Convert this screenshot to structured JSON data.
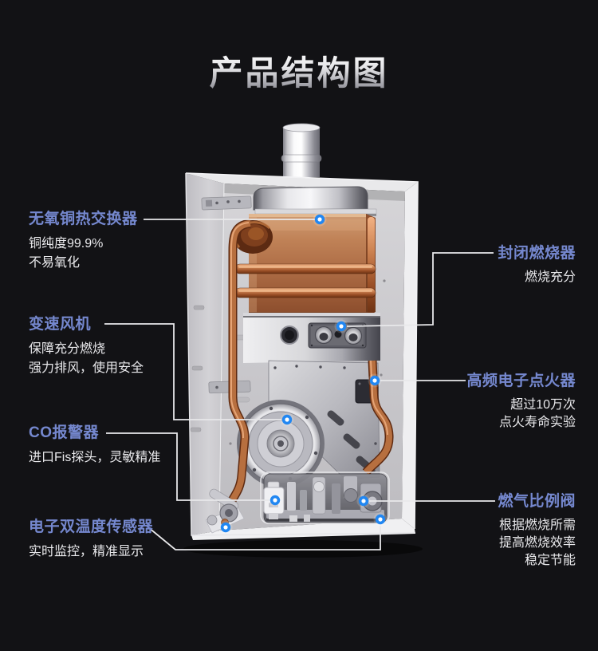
{
  "page": {
    "title": "产品结构图"
  },
  "colors": {
    "background": "#121215",
    "accent_blue": "#7588cf",
    "hotspot_dot_blue": "#2187f2",
    "callout_line": "#e8e8ea",
    "body_text": "#e9e9ec",
    "copper": "#b5744c"
  },
  "callouts": {
    "left": [
      {
        "id": "heat-exchanger",
        "title": "无氧铜热交换器",
        "desc_lines": [
          "铜纯度99.9%",
          "不易氧化"
        ]
      },
      {
        "id": "fan",
        "title": "变速风机",
        "desc_lines": [
          "保障充分燃烧",
          "强力排风，使用安全"
        ]
      },
      {
        "id": "co-alarm",
        "title": "CO报警器",
        "desc_lines": [
          "进口Fis探头，灵敏精准"
        ]
      },
      {
        "id": "temp-sensor",
        "title": "电子双温度传感器",
        "desc_lines": [
          "实时监控，精准显示"
        ]
      }
    ],
    "right": [
      {
        "id": "burner",
        "title": "封闭燃烧器",
        "desc_lines": [
          "燃烧充分"
        ]
      },
      {
        "id": "igniter",
        "title": "高频电子点火器",
        "desc_lines": [
          "超过10万次",
          "点火寿命实验"
        ]
      },
      {
        "id": "gas-valve",
        "title": "燃气比例阀",
        "desc_lines": [
          "根据燃烧所需",
          "提高燃烧效率",
          "稳定节能"
        ]
      }
    ]
  }
}
